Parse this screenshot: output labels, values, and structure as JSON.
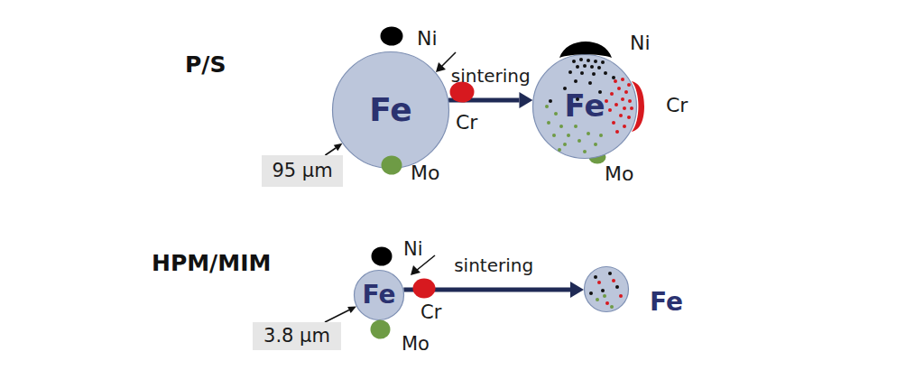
{
  "diagram": {
    "nodes": [
      {
        "text": [
          "Ni"
        ]
      },
      {
        "text": [
          "Fe"
        ]
      },
      {
        "text": [
          "Cr"
        ]
      },
      {
        "text": [
          "95 µm"
        ]
      },
      {
        "text": [
          "Mo"
        ]
      },
      {
        "text": [
          "Ni"
        ]
      },
      {
        "text": [
          "Fe"
        ]
      },
      {
        "text": [
          "Cr"
        ]
      },
      {
        "text": [
          "Mo"
        ]
      },
      {
        "text": [
          "Ni"
        ]
      },
      {
        "text": [
          "Fe"
        ]
      },
      {
        "text": [
          "Cr"
        ]
      },
      {
        "text": [
          "3.8 µm"
        ]
      },
      {
        "text": [
          "Mo"
        ]
      },
      {
        "text": [
          "Fe"
        ]
      }
    ],
    "edges": [
      {
        "from": 1,
        "to": 6,
        "label": "sintering",
        "arrow": "to"
      },
      {
        "from": 3,
        "to": 1,
        "arrow": "to"
      },
      {
        "from": 10,
        "to": 14,
        "label": "sintering",
        "arrow": "to"
      },
      {
        "from": 12,
        "to": 10,
        "arrow": "to"
      }
    ],
    "labels": [
      "P/S",
      "HPM/MIM"
    ]
  }
}
